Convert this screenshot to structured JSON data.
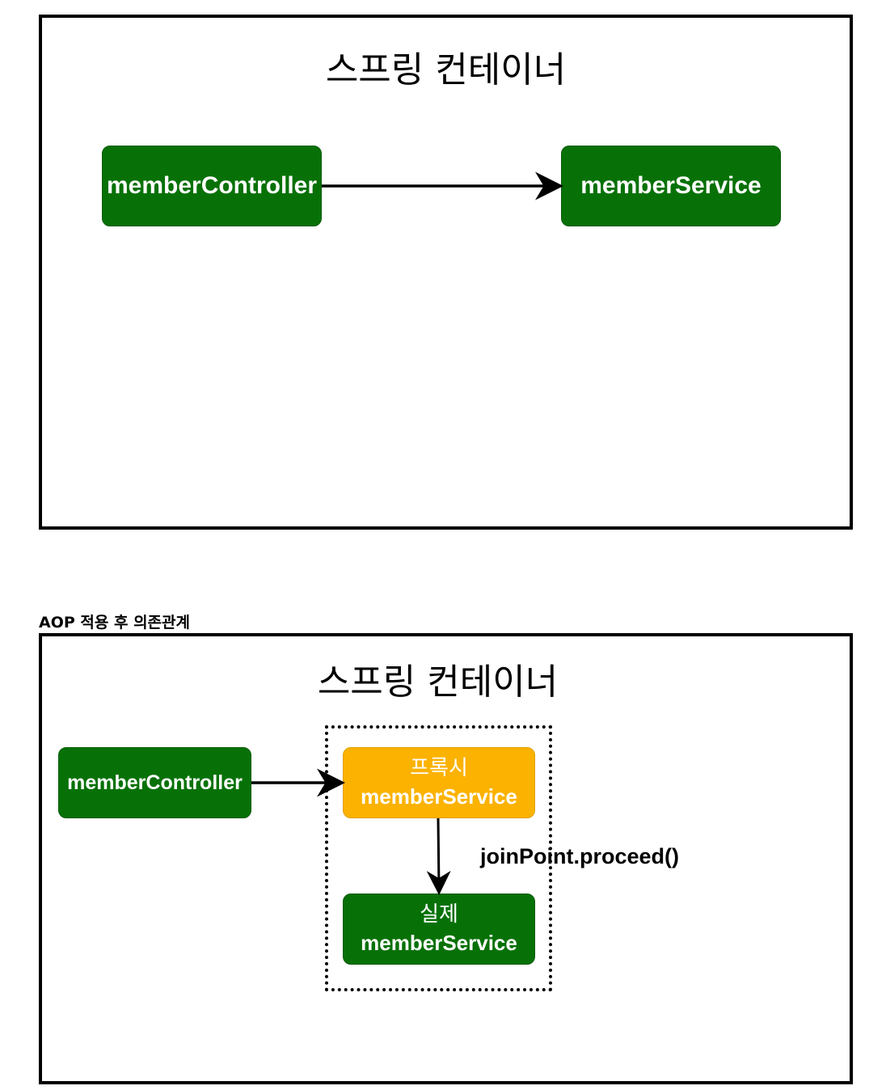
{
  "top_diagram": {
    "container_title": "스프링 컨테이너",
    "controller": "memberController",
    "service": "memberService"
  },
  "bottom_diagram": {
    "section_label": "AOP 적용 후 의존관계",
    "container_title": "스프링 컨테이너",
    "controller": "memberController",
    "proxy": {
      "line1": "프록시",
      "line2": "memberService"
    },
    "real": {
      "line1": "실제",
      "line2": "memberService"
    },
    "proceed_label": "joinPoint.proceed()"
  },
  "colors": {
    "node_green": "#077107",
    "node_orange": "#fbb200",
    "border": "#000000"
  }
}
